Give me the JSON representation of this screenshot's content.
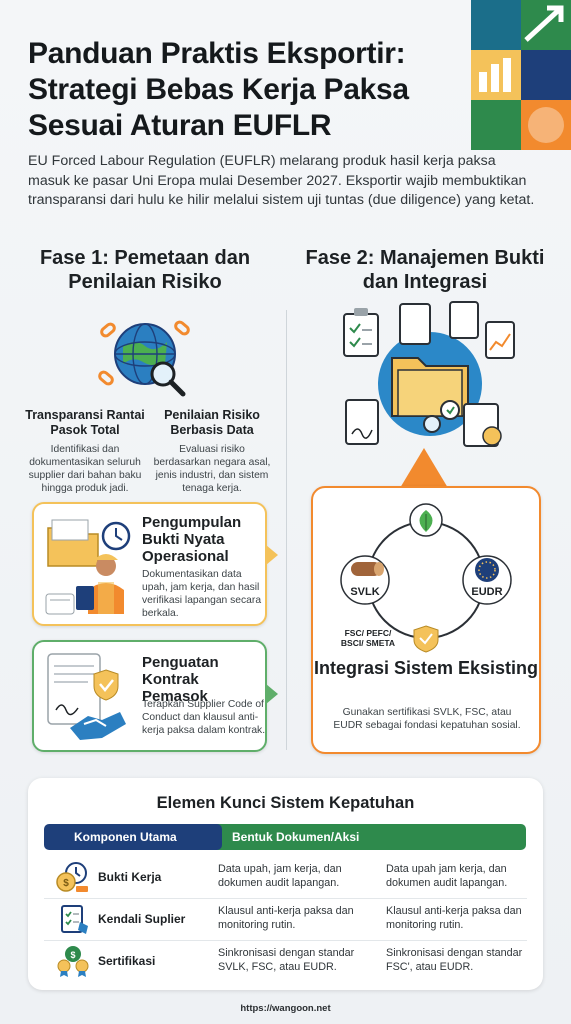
{
  "header": {
    "title": "Panduan Praktis Eksportir: Strategi Bebas Kerja Paksa Sesuai Aturan EUFLR",
    "intro": "EU Forced Labour Regulation (EUFLR) melarang produk hasil kerja paksa masuk ke pasar Uni Eropa mulai Desember 2027. Eksportir wajib membuktikan transparansi dari hulu ke hilir melalui sistem uji tuntas (due diligence) yang ketat."
  },
  "phase1": {
    "title": "Fase 1: Pemetaan dan Penilaian Risiko",
    "sub1": {
      "title": "Transparansi Rantai Pasok Total",
      "desc": "Identifikasi dan dokumentasikan seluruh supplier dari bahan baku hingga produk jadi."
    },
    "sub2": {
      "title": "Penilaian Risiko Berbasis Data",
      "desc": "Evaluasi risiko berdasarkan negara asal, jenis industri, dan sistem tenaga kerja."
    },
    "card_bukti": {
      "title": "Pengumpulan Bukti Nyata Operasional",
      "desc": "Dokumentasikan data upah, jam kerja, dan hasil verifikasi lapangan secara berkala."
    },
    "card_kontrak": {
      "title": "Penguatan Kontrak Pemasok",
      "desc": "Terapkan Supplier Code of Conduct dan klausul anti-kerja paksa dalam kontrak."
    }
  },
  "phase2": {
    "title": "Fase 2: Manajemen Bukti dan Integrasi",
    "cycle": {
      "svlk": "SVLK",
      "eudr": "EUDR",
      "fsc": "FSC/ PEFC/ BSCI/ SMETA"
    },
    "integrasi": {
      "title": "Integrasi Sistem Eksisting",
      "desc": "Gunakan sertifikasi SVLK, FSC, atau EUDR sebagai fondasi kepatuhan sosial."
    }
  },
  "table": {
    "title": "Elemen Kunci Sistem Kepatuhan",
    "headers": [
      "Komponen Utama",
      "Bentuk Dokumen/Aksi"
    ],
    "rows": [
      {
        "icon": "money-clock-icon",
        "name": "Bukti Kerja",
        "c1": "Data upah, jam kerja, dan dokumen audit lapangan.",
        "c2": "Data upah jam kerja, dan dokumen audit lapangan."
      },
      {
        "icon": "checklist-icon",
        "name": "Kendali Suplier",
        "c1": "Klausul anti-kerja paksa dan monitoring rutin.",
        "c2": "Klausul anti-kerja paksa dan monitoring rutin."
      },
      {
        "icon": "certificate-medal-icon",
        "name": "Sertifikasi",
        "c1": "Sinkronisasi dengan standar SVLK, FSC, atau EUDR.",
        "c2": "Sinkronisasi dengan standar FSC', atau EUDR."
      }
    ]
  },
  "footer": {
    "url": "https://wangoon.net"
  },
  "colors": {
    "navy": "#1e3f7a",
    "green": "#2e8a4c",
    "orange": "#f28a2e",
    "yellow": "#f4c25a"
  }
}
